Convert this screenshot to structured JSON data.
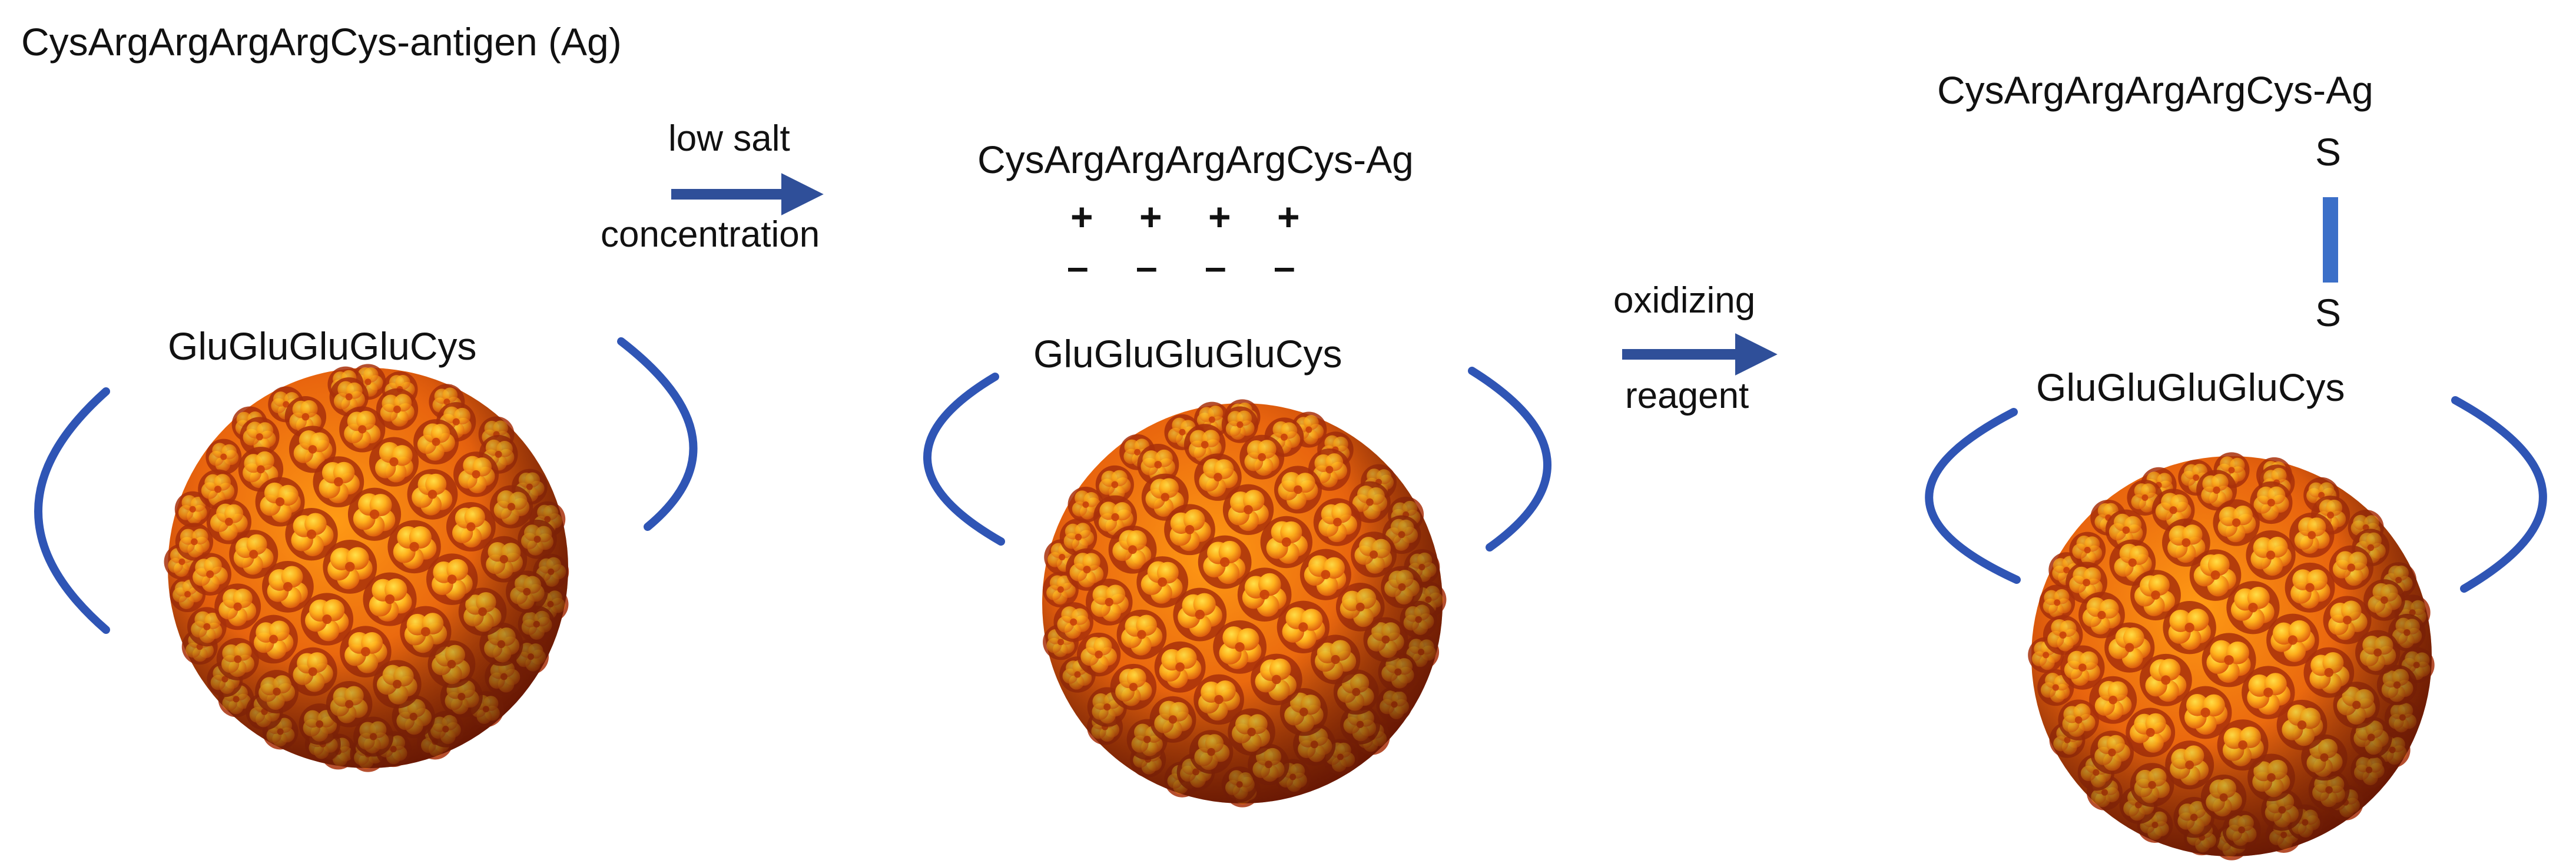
{
  "title": "CysArgArgArgArgCys-antigen  (Ag)",
  "steps": [
    {
      "label_top": "low salt",
      "label_bottom": "concentration"
    },
    {
      "label_top": "oxidizing",
      "label_bottom": "reagent"
    }
  ],
  "panels": [
    {
      "capsid_label": "GluGluGluGluCys"
    },
    {
      "peptide_label": "CysArgArgArgArgCys-Ag",
      "capsid_label": "GluGluGluGluCys",
      "plus_signs": [
        "+",
        "+",
        "+",
        "+"
      ],
      "minus_signs": [
        "–",
        "–",
        "–",
        "–"
      ]
    },
    {
      "peptide_label": "CysArgArgArgArgCys-Ag",
      "sulfur_top": "S",
      "sulfur_bottom": "S",
      "capsid_label": "GluGluGluGluCys"
    }
  ],
  "colors": {
    "bracket": "#2f55b5",
    "arrow": "#2f4f99",
    "capsid_dark": "#b43208",
    "capsid_mid": "#e56a0e",
    "capsid_light": "#ffb01a",
    "capsid_highlight": "#ffd23a"
  }
}
